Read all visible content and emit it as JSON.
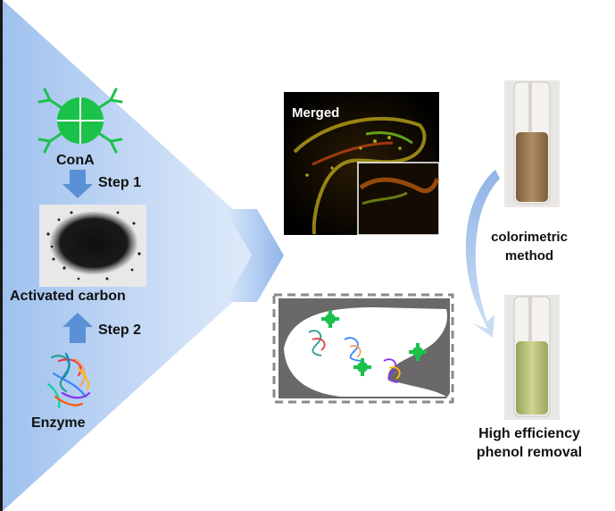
{
  "left_panel": {
    "cona_label": "ConA",
    "step1_label": "Step 1",
    "carbon_label": "Activated carbon",
    "step2_label": "Step 2",
    "enzyme_label": "Enzyme"
  },
  "micrograph": {
    "label": "Merged"
  },
  "right_panel": {
    "colorimetric_label_line1": "colorimetric",
    "colorimetric_label_line2": "method",
    "removal_label_line1": "High efficiency",
    "removal_label_line2": "phenol removal"
  },
  "colors": {
    "triangle_blue": "#a9c8ef",
    "arrow_blue": "#5b8fd6",
    "cona_green": "#1bc24a",
    "pore_gray": "#6a6868",
    "tube_brown": "#9a7852",
    "tube_yellow_green": "#b9c47c"
  }
}
